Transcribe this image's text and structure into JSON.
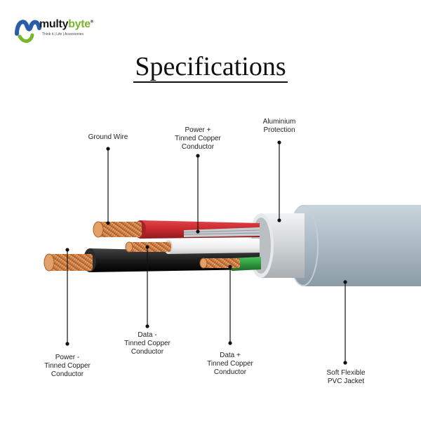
{
  "logo": {
    "brand_prefix": "multy",
    "brand_suffix": "byte",
    "registered": "®",
    "tagline": "Think it  |  Life  |  Accessories",
    "colors": {
      "blue": "#2a5ea8",
      "green": "#7ab52a",
      "text": "#1a1a1a"
    }
  },
  "title": "Specifications",
  "labels": {
    "ground_wire": "Ground Wire",
    "power_plus": "Power +\nTinned Copper\nConductor",
    "aluminium": "Aluminium\nProtection",
    "power_minus": "Power -\nTinned Copper\nConductor",
    "data_minus": "Data -\nTinned Copper\nConductor",
    "data_plus": "Data +\nTinned Copper\nConductor",
    "jacket": "Soft Flexible\nPVC Jacket"
  },
  "colors": {
    "jacket": "#a9b9c3",
    "aluminium": "#d5d9dc",
    "red_wire": "#c8292e",
    "black_wire": "#1b1b1b",
    "white_wire": "#f2f2f2",
    "green_wire": "#2f9a3e",
    "copper": "#d9864a",
    "leader": "#111111"
  }
}
